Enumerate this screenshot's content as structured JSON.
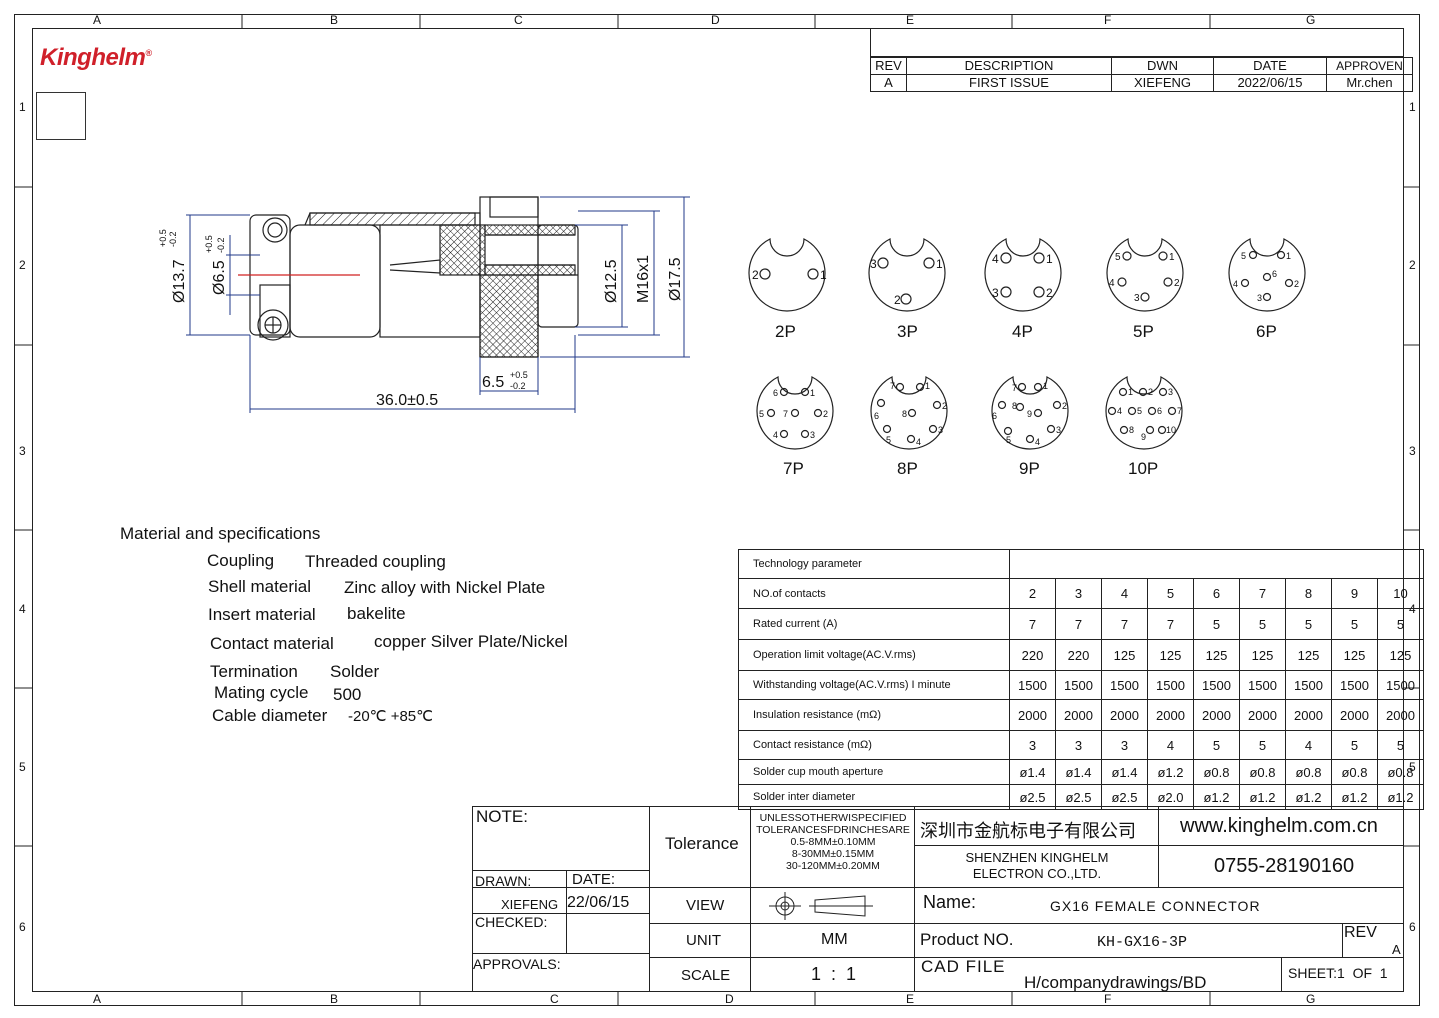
{
  "zones": {
    "cols": [
      "A",
      "B",
      "C",
      "D",
      "E",
      "F",
      "G"
    ],
    "rows": [
      "1",
      "2",
      "3",
      "4",
      "5",
      "6"
    ]
  },
  "logo": "Kinghelm",
  "logo_mark": "®",
  "revision": {
    "headers": [
      "REV",
      "DESCRIPTION",
      "DWN",
      "DATE",
      "APPROVEN"
    ],
    "row": [
      "A",
      "FIRST ISSUE",
      "XIEFENG",
      "2022/06/15",
      "Mr.chen"
    ]
  },
  "dimensions": {
    "d137": "Ø13.7",
    "d137_tol_up": "+0.5",
    "d137_tol_dn": "-0.2",
    "d65": "Ø6.5",
    "d65_tol_up": "+0.5",
    "d65_tol_dn": "-0.2",
    "d125": "Ø12.5",
    "m16": "M16x1",
    "d175": "Ø17.5",
    "len65": "6.5",
    "len65_tol_up": "+0.5",
    "len65_tol_dn": "-0.2",
    "len36": "36.0±0.5"
  },
  "pinouts": [
    {
      "label": "2P",
      "pins": [
        "2",
        "1"
      ]
    },
    {
      "label": "3P",
      "pins": [
        "3",
        "1",
        "2"
      ]
    },
    {
      "label": "4P",
      "pins": [
        "4",
        "1",
        "3",
        "2"
      ]
    },
    {
      "label": "5P",
      "pins": [
        "5",
        "1",
        "4",
        "2",
        "3"
      ]
    },
    {
      "label": "6P",
      "pins": [
        "5",
        "1",
        "6",
        "4",
        "2",
        "3"
      ]
    },
    {
      "label": "7P",
      "pins": [
        "6",
        "1",
        "5",
        "7",
        "2",
        "4",
        "3"
      ]
    },
    {
      "label": "8P",
      "pins": [
        "7",
        "1",
        "6",
        "8",
        "2",
        "5",
        "3",
        "4"
      ]
    },
    {
      "label": "9P",
      "pins": [
        "7",
        "1",
        "6",
        "8",
        "9",
        "2",
        "5",
        "3",
        "4"
      ]
    },
    {
      "label": "10P",
      "pins": [
        "1",
        "2",
        "3",
        "4",
        "5",
        "6",
        "7",
        "8",
        "9",
        "10"
      ]
    }
  ],
  "specs": {
    "title": "Material and specifications",
    "rows": [
      {
        "k": "Coupling",
        "v": "Threaded coupling"
      },
      {
        "k": "Shell material",
        "v": "Zinc alloy with Nickel  Plate"
      },
      {
        "k": "Insert material",
        "v": "bakelite"
      },
      {
        "k": "Contact material",
        "v": "copper Silver  Plate/Nickel"
      },
      {
        "k": "Termination",
        "v": "Solder"
      },
      {
        "k": "Mating cycle",
        "v": "500"
      },
      {
        "k": "Cable diameter",
        "v": "-20℃  +85℃"
      }
    ]
  },
  "tech": {
    "title": "Technology parameter",
    "rows": [
      {
        "label": "NO.of contacts",
        "values": [
          "2",
          "3",
          "4",
          "5",
          "6",
          "7",
          "8",
          "9",
          "10"
        ]
      },
      {
        "label": "Rated current (A)",
        "values": [
          "7",
          "7",
          "7",
          "7",
          "5",
          "5",
          "5",
          "5",
          "5"
        ]
      },
      {
        "label": "Operation limit voltage(AC.V.rms)",
        "values": [
          "220",
          "220",
          "125",
          "125",
          "125",
          "125",
          "125",
          "125",
          "125"
        ]
      },
      {
        "label": "Withstanding voltage(AC.V.rms) I minute",
        "values": [
          "1500",
          "1500",
          "1500",
          "1500",
          "1500",
          "1500",
          "1500",
          "1500",
          "1500"
        ]
      },
      {
        "label": "Insulation resistance (mΩ)",
        "values": [
          "2000",
          "2000",
          "2000",
          "2000",
          "2000",
          "2000",
          "2000",
          "2000",
          "2000"
        ]
      },
      {
        "label": "Contact resistance (mΩ)",
        "values": [
          "3",
          "3",
          "3",
          "4",
          "5",
          "5",
          "4",
          "5",
          "5"
        ]
      },
      {
        "label": "Solder cup mouth aperture",
        "values": [
          "ø1.4",
          "ø1.4",
          "ø1.4",
          "ø1.2",
          "ø0.8",
          "ø0.8",
          "ø0.8",
          "ø0.8",
          "ø0.8"
        ]
      },
      {
        "label": "Solder inter diameter",
        "values": [
          "ø2.5",
          "ø2.5",
          "ø2.5",
          "ø2.0",
          "ø1.2",
          "ø1.2",
          "ø1.2",
          "ø1.2",
          "ø1.2"
        ]
      }
    ]
  },
  "titleblock": {
    "note": "NOTE:",
    "tolerance": "Tolerance",
    "tol_lines": [
      "UNLESSOTHERWISPECIFIED",
      "TOLERANCESFDRINCHESARE",
      "0.5-8MM±0.10MM",
      "8-30MM±0.15MM",
      "30-120MM±0.20MM"
    ],
    "company_cn": "深圳市金航标电子有限公司",
    "website": "www.kinghelm.com.cn",
    "company_en1": "SHENZHEN KINGHELM",
    "company_en2": "ELECTRON CO.,LTD.",
    "phone": "0755-28190160",
    "drawn_label": "DRAWN:",
    "drawn_value": "XIEFENG",
    "date_label": "DATE:",
    "date_value": "22/06/15",
    "checked_label": "CHECKED:",
    "approvals_label": "APPROVALS:",
    "view_label": "VIEW",
    "unit_label": "UNIT",
    "unit_value": "MM",
    "scale_label": "SCALE",
    "scale_value": "1  :  1",
    "name_label": "Name:",
    "name_value": "GX16 FEMALE CONNECTOR",
    "product_label": "Product NO.",
    "product_value": "KH-GX16-3P",
    "rev_label": "REV",
    "rev_value": "A",
    "cad_label": "CAD FILE",
    "cad_value": "H/companydrawings/BD",
    "sheet": "SHEET:1  OF  1"
  }
}
